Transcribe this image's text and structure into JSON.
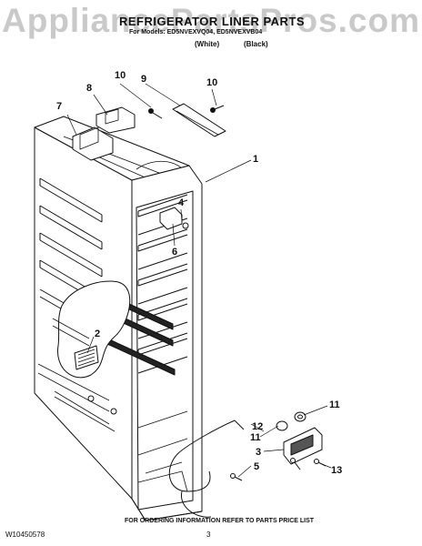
{
  "watermark": "AppliancePartsPros.com",
  "title": "REFRIGERATOR LINER PARTS",
  "models_line": "For Models: ED5NVEXVQ04, ED5NVEXVB04",
  "variants": {
    "white": "(White)",
    "black": "(Black)"
  },
  "callouts": {
    "c10a": "10",
    "c9": "9",
    "c10b": "10",
    "c8": "8",
    "c7": "7",
    "c1": "1",
    "c4": "4",
    "c6": "6",
    "c2": "2",
    "c11a": "11",
    "c12": "12",
    "c11b": "11",
    "c3": "3",
    "c5": "5",
    "c13": "13"
  },
  "footer": {
    "note": "FOR ORDERING INFORMATION REFER TO PARTS PRICE LIST",
    "doc_number": "W10450578",
    "page": "3"
  }
}
